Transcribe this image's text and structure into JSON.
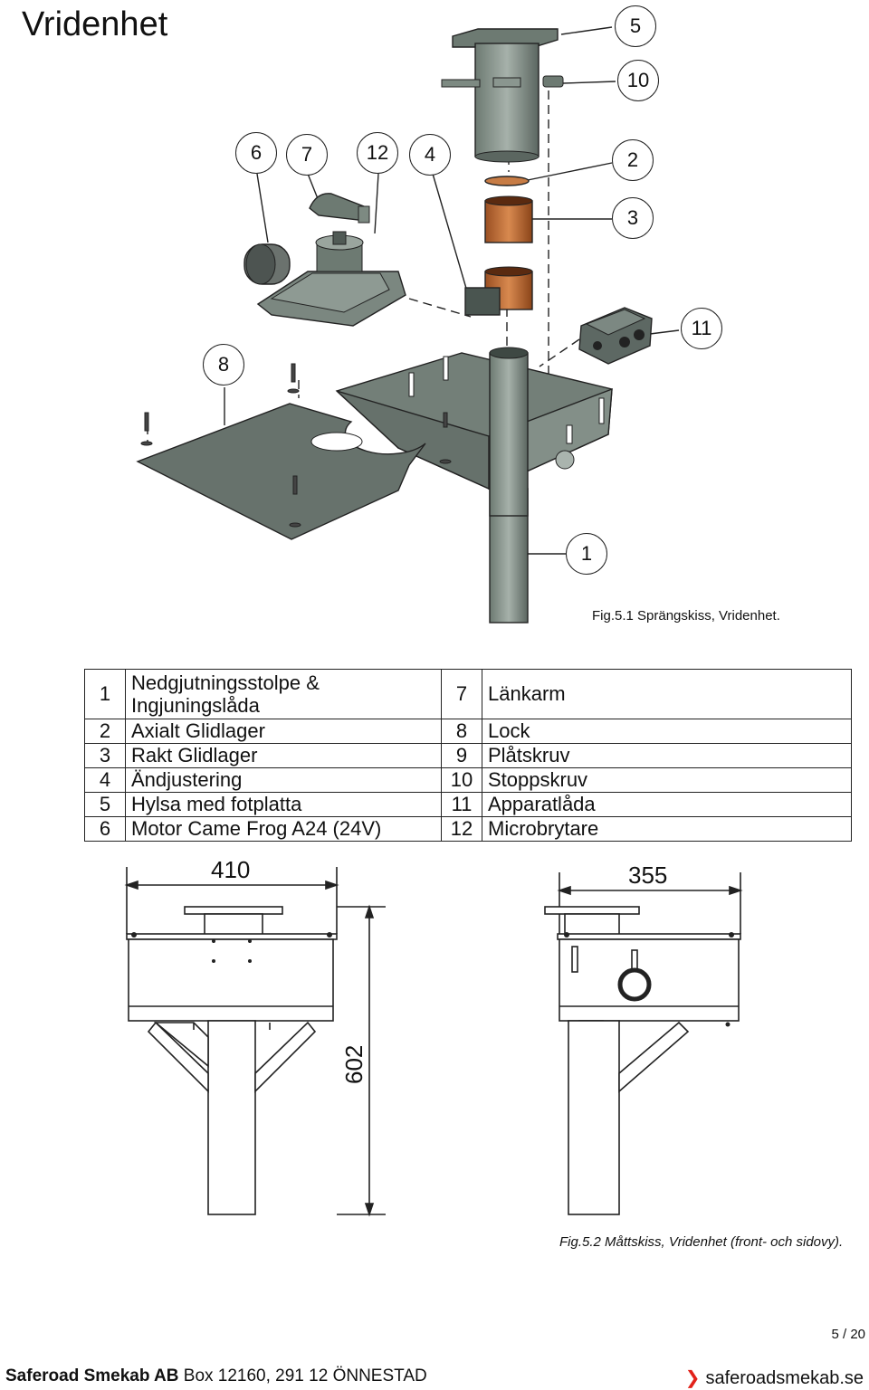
{
  "page": {
    "title": "Vridenhet",
    "page_number": "5 / 20"
  },
  "figure1": {
    "caption": "Fig.5.1 Sprängskiss, Vridenhet.",
    "callouts": [
      "5",
      "10",
      "6",
      "7",
      "12",
      "4",
      "2",
      "3",
      "11",
      "8",
      "1"
    ]
  },
  "parts_table": {
    "rows": [
      {
        "num_a": "1",
        "name_a": "Nedgjutningsstolpe & Ingjuningslåda",
        "num_b": "7",
        "name_b": "Länkarm"
      },
      {
        "num_a": "2",
        "name_a": "Axialt Glidlager",
        "num_b": "8",
        "name_b": "Lock"
      },
      {
        "num_a": "3",
        "name_a": "Rakt Glidlager",
        "num_b": "9",
        "name_b": "Plåtskruv"
      },
      {
        "num_a": "4",
        "name_a": "Ändjustering",
        "num_b": "10",
        "name_b": "Stoppskruv"
      },
      {
        "num_a": "5",
        "name_a": "Hylsa med fotplatta",
        "num_b": "11",
        "name_b": "Apparatlåda"
      },
      {
        "num_a": "6",
        "name_a": "Motor Came Frog A24 (24V)",
        "num_b": "12",
        "name_b": "Microbrytare"
      }
    ]
  },
  "figure2": {
    "caption": "Fig.5.2 Måttskiss, Vridenhet (front- och sidovy).",
    "dim_front_width": "410",
    "dim_side_width": "355",
    "dim_height": "602"
  },
  "footer": {
    "company": "Saferoad Smekab AB",
    "address": "Box 12160, 291 12 ÖNNESTAD",
    "website": "saferoadsmekab.se",
    "arrow_color": "#e2221a"
  }
}
